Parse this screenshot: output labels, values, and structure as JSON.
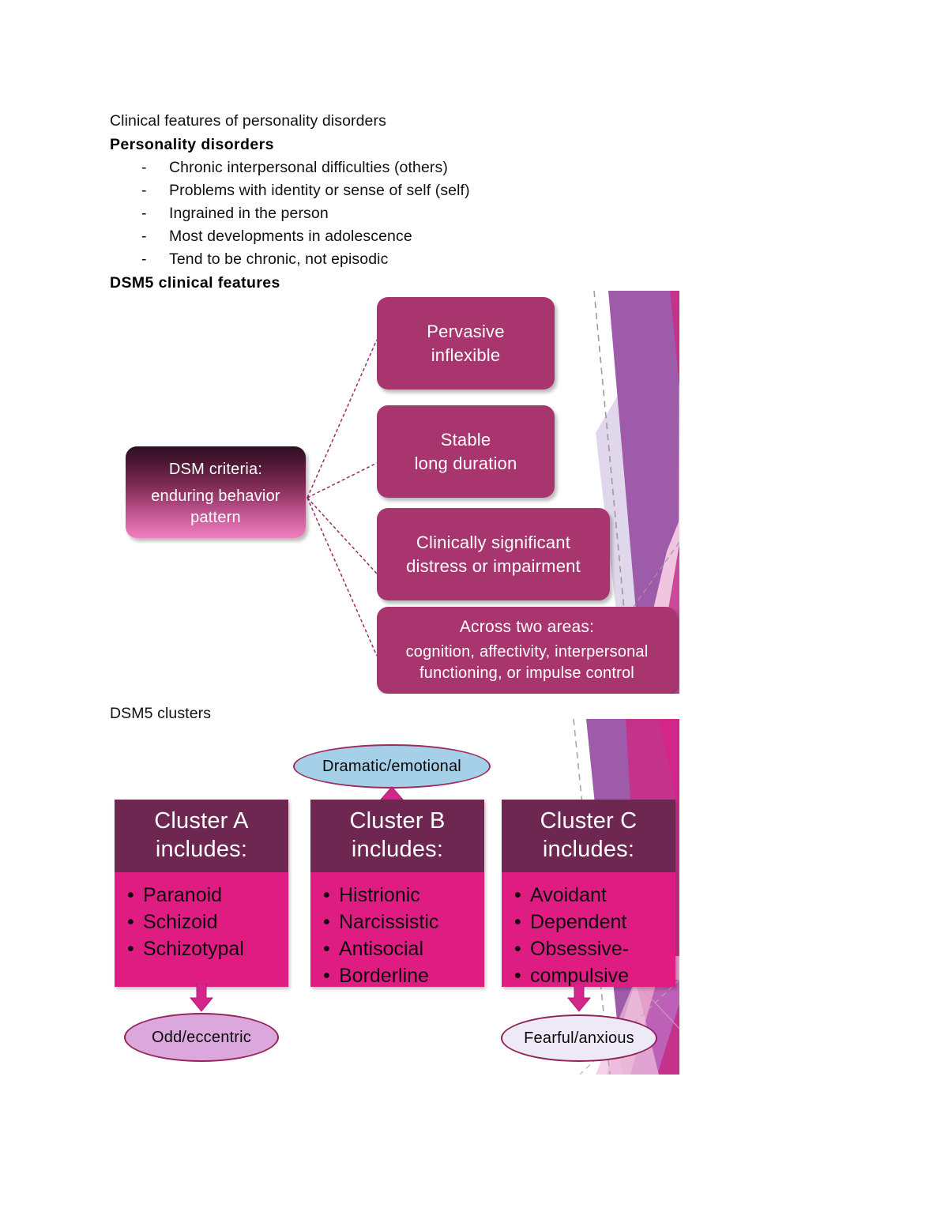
{
  "document": {
    "title_line": "Clinical features of personality disorders",
    "section1_heading": "Personality disorders",
    "section1_bullets": [
      "Chronic interpersonal difficulties (others)",
      "Problems with identity or sense of self (self)",
      "Ingrained in the person",
      "Most developments in adolescence",
      "Tend to be chronic, not episodic"
    ],
    "section2_heading": "DSM5 clinical features",
    "section3_heading": "DSM5 clusters",
    "bullet_dash": "-"
  },
  "diagram1": {
    "root": {
      "line1": "DSM criteria:",
      "line2": "enduring behavior",
      "line3": "pattern"
    },
    "nodes": [
      {
        "id": "pervasive",
        "line1": "Pervasive",
        "line2": "inflexible"
      },
      {
        "id": "stable",
        "line1": "Stable",
        "line2": "long duration"
      },
      {
        "id": "clinical",
        "line1": "Clinically significant",
        "line2": "distress or impairment"
      },
      {
        "id": "areas",
        "line1": "Across two areas:",
        "line2": "cognition, affectivity, interpersonal",
        "line3": "functioning, or impulse control"
      }
    ],
    "colors": {
      "node_fill": "#A9356E",
      "root_gradient_top": "#2E0F22",
      "root_gradient_bottom": "#F07FBF",
      "connector": "#9E2B63"
    }
  },
  "diagram2": {
    "columns": [
      {
        "heading_line1": "Cluster A",
        "heading_line2": "includes:",
        "items": [
          "Paranoid",
          "Schizoid",
          "Schizotypal"
        ]
      },
      {
        "heading_line1": "Cluster B",
        "heading_line2": "includes:",
        "items": [
          "Histrionic",
          "Narcissistic",
          "Antisocial",
          "Borderline"
        ]
      },
      {
        "heading_line1": "Cluster C",
        "heading_line2": "includes:",
        "items": [
          "Avoidant",
          "Dependent",
          "Obsessive-",
          "compulsive"
        ]
      }
    ],
    "labels": {
      "dramatic": "Dramatic/emotional",
      "odd": "Odd/eccentric",
      "fearful": "Fearful/anxious"
    },
    "colors": {
      "header_fill": "#6D2750",
      "body_fill": "#DF1C81",
      "dramatic_fill": "#A6CFE8",
      "odd_fill": "#DCA7DC",
      "fearful_fill": "#EDE9F6",
      "arrow_fill": "#D4258A"
    }
  }
}
